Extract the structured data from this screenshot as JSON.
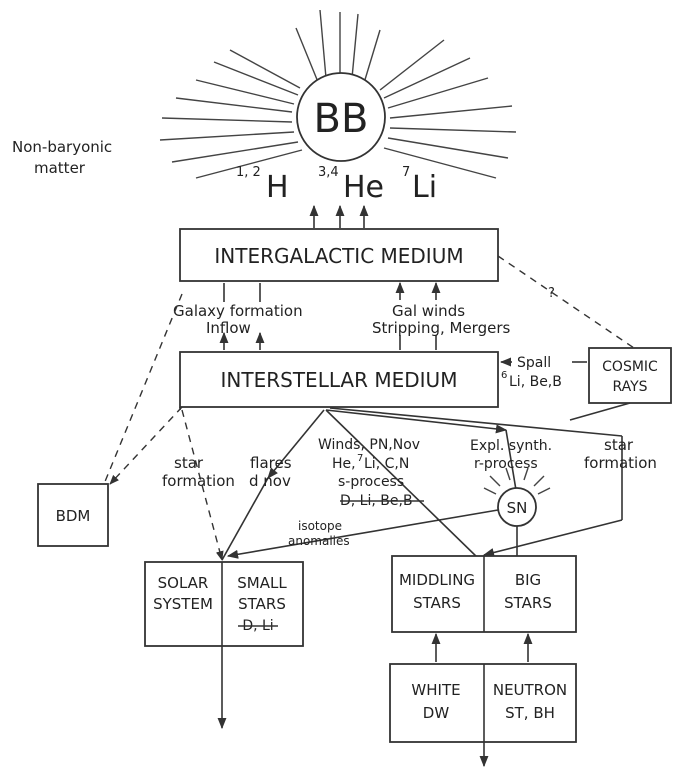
{
  "big_bang": {
    "label": "BB",
    "non_baryonic_line1": "Non-baryonic",
    "non_baryonic_line2": "matter",
    "h_sup": "1, 2",
    "h": "H",
    "he_sup": "3,4",
    "he": "He",
    "li_sup": "7",
    "li": "Li"
  },
  "intergalactic": {
    "label": "INTERGALACTIC MEDIUM"
  },
  "flow_igm_ism": {
    "galaxy_formation": "Galaxy formation",
    "inflow": "Inflow",
    "gal_winds": "Gal winds",
    "stripping_mergers": "Stripping, Mergers",
    "question": "?"
  },
  "interstellar": {
    "label": "INTERSTELLAR MEDIUM"
  },
  "spall": {
    "label": "Spall",
    "sup": "6",
    "elements": "Li, Be,B"
  },
  "cosmic_rays": {
    "line1": "COSMIC",
    "line2": "RAYS"
  },
  "processes": {
    "star_formation_left_1": "star",
    "star_formation_left_2": "formation",
    "flares_1": "flares",
    "flares_2": "d nov",
    "winds_1": "Winds, PN,Nov",
    "winds_2_pre": "He,",
    "winds_2_sup": "7",
    "winds_2_post": "Li, C,N",
    "winds_3": "s-process",
    "winds_4": "D, Li, Be,B",
    "expl_1": "Expl. synth.",
    "expl_2": "r-process",
    "star_formation_right_1": "star",
    "star_formation_right_2": "formation",
    "isotope_1": "isotope",
    "isotope_2": "anomalies"
  },
  "bdm": {
    "label": "BDM"
  },
  "sn": {
    "label": "SN"
  },
  "solar_system": {
    "line1": "SOLAR",
    "line2": "SYSTEM"
  },
  "small_stars": {
    "line1": "SMALL",
    "line2": "STARS",
    "line3": "D, Li"
  },
  "middling_stars": {
    "line1": "MIDDLING",
    "line2": "STARS"
  },
  "big_stars": {
    "line1": "BIG",
    "line2": "STARS"
  },
  "white_dwarf": {
    "line1": "WHITE",
    "line2": "DW"
  },
  "neutron_star": {
    "line1": "NEUTRON",
    "line2": "ST, BH"
  }
}
